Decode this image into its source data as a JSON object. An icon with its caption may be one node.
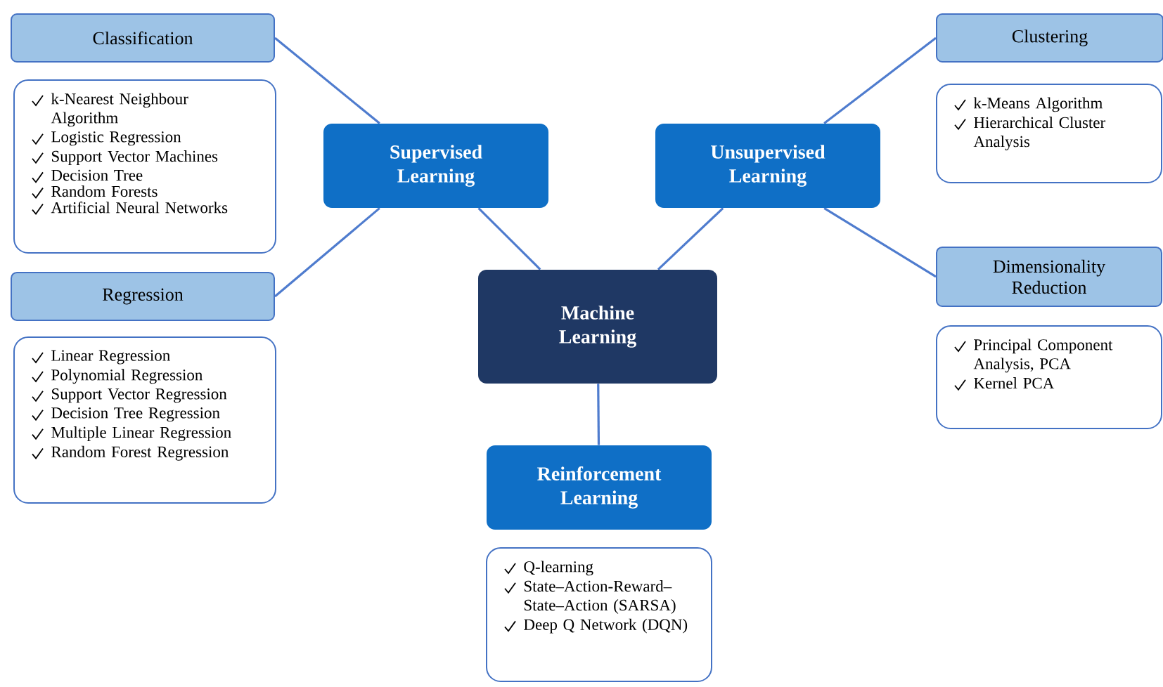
{
  "diagram": {
    "nodes": [
      {
        "text": [
          "Classification"
        ]
      },
      {
        "text": [
          "k-Nearest Neighbour Algorithm",
          "Logistic Regression",
          "Support Vector Machines",
          "Decision Tree",
          "Random Forests",
          "Artificial Neural Networks"
        ]
      },
      {
        "text": [
          "Supervised Learning"
        ]
      },
      {
        "text": [
          "Unsupervised Learning"
        ]
      },
      {
        "text": [
          "Clustering"
        ]
      },
      {
        "text": [
          "k-Means Algorithm",
          "Hierarchical Cluster Analysis"
        ]
      },
      {
        "text": [
          "Regression"
        ]
      },
      {
        "text": [
          "Linear Regression",
          "Polynomial Regression",
          "Support Vector Regression",
          "Decision Tree Regression",
          "Multiple Linear Regression",
          "Random Forest Regression"
        ]
      },
      {
        "text": [
          "Machine Learning"
        ]
      },
      {
        "text": [
          "Dimensionality Reduction"
        ]
      },
      {
        "text": [
          "Principal Component Analysis, PCA",
          "Kernel PCA"
        ]
      },
      {
        "text": [
          "Reinforcement Learning"
        ]
      },
      {
        "text": [
          "Q-learning",
          "State–Action-Reward–State–Action (SARSA)",
          "Deep Q Network (DQN)"
        ]
      }
    ],
    "edges": [
      {
        "from": 8,
        "to": 2,
        "arrow": "none"
      },
      {
        "from": 8,
        "to": 3,
        "arrow": "none"
      },
      {
        "from": 8,
        "to": 11,
        "arrow": "none"
      },
      {
        "from": 2,
        "to": 0,
        "arrow": "none"
      },
      {
        "from": 2,
        "to": 6,
        "arrow": "none"
      },
      {
        "from": 3,
        "to": 4,
        "arrow": "none"
      },
      {
        "from": 3,
        "to": 9,
        "arrow": "none"
      }
    ]
  }
}
